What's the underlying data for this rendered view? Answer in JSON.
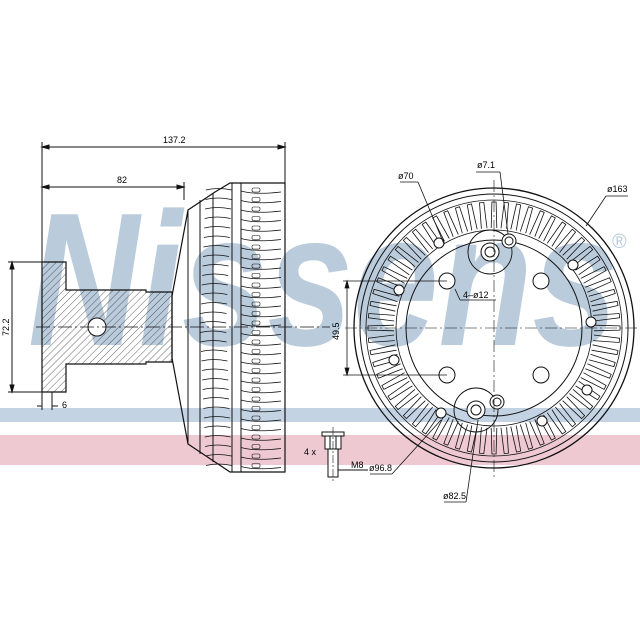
{
  "brand": {
    "watermark_text": "Nissens",
    "registered_mark": "®",
    "watermark_color": "#b7c9db",
    "stripe_blue": "#c3d3e3",
    "stripe_pink": "#eec9d2"
  },
  "side_view": {
    "overall_length": "137.2",
    "hub_length": "82",
    "flange_height": "72.2",
    "flange_thickness": "6"
  },
  "bolt": {
    "quantity": "4",
    "times_symbol": "x",
    "thread": "M8"
  },
  "front_view": {
    "outer_diameter": "ø163",
    "hub_diameter": "ø70",
    "center_hole": "ø7.1",
    "bolt_holes": "4–ø12",
    "bolt_spacing": "49.5",
    "bolt_circle": "ø96.8",
    "inner_ring": "ø82.5"
  },
  "colors": {
    "line": "#111111"
  }
}
